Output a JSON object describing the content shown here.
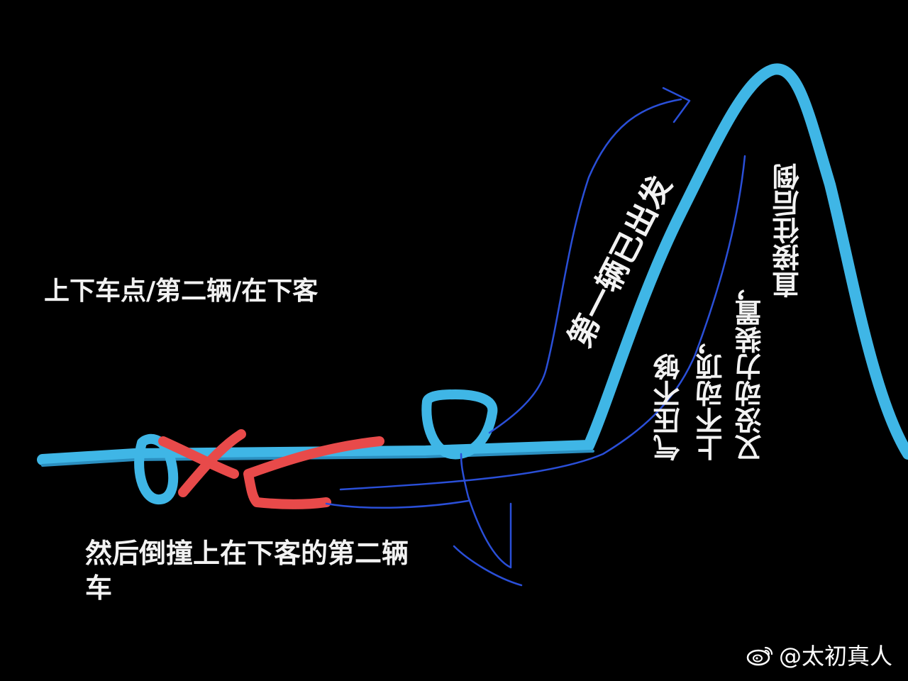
{
  "labels": {
    "stop_point": "上下车点/第二辆/在下客",
    "first_departed": "第一辆已出发",
    "pressure_line1": "气压不够",
    "pressure_line2": "上不动顶，",
    "pressure_line3": "又没动力装置，",
    "pressure_line4": "直接往后倒",
    "crash": "然后倒撞上在下客的第二辆车"
  },
  "watermark": {
    "icon": "weibo-icon",
    "text": "@太初真人"
  },
  "colors": {
    "background": "#000000",
    "track": "#3fb6e6",
    "track_dark": "#2b8fc0",
    "arrow": "#2a4fd8",
    "cross": "#e84a4a",
    "text": "#f2f2f2"
  }
}
